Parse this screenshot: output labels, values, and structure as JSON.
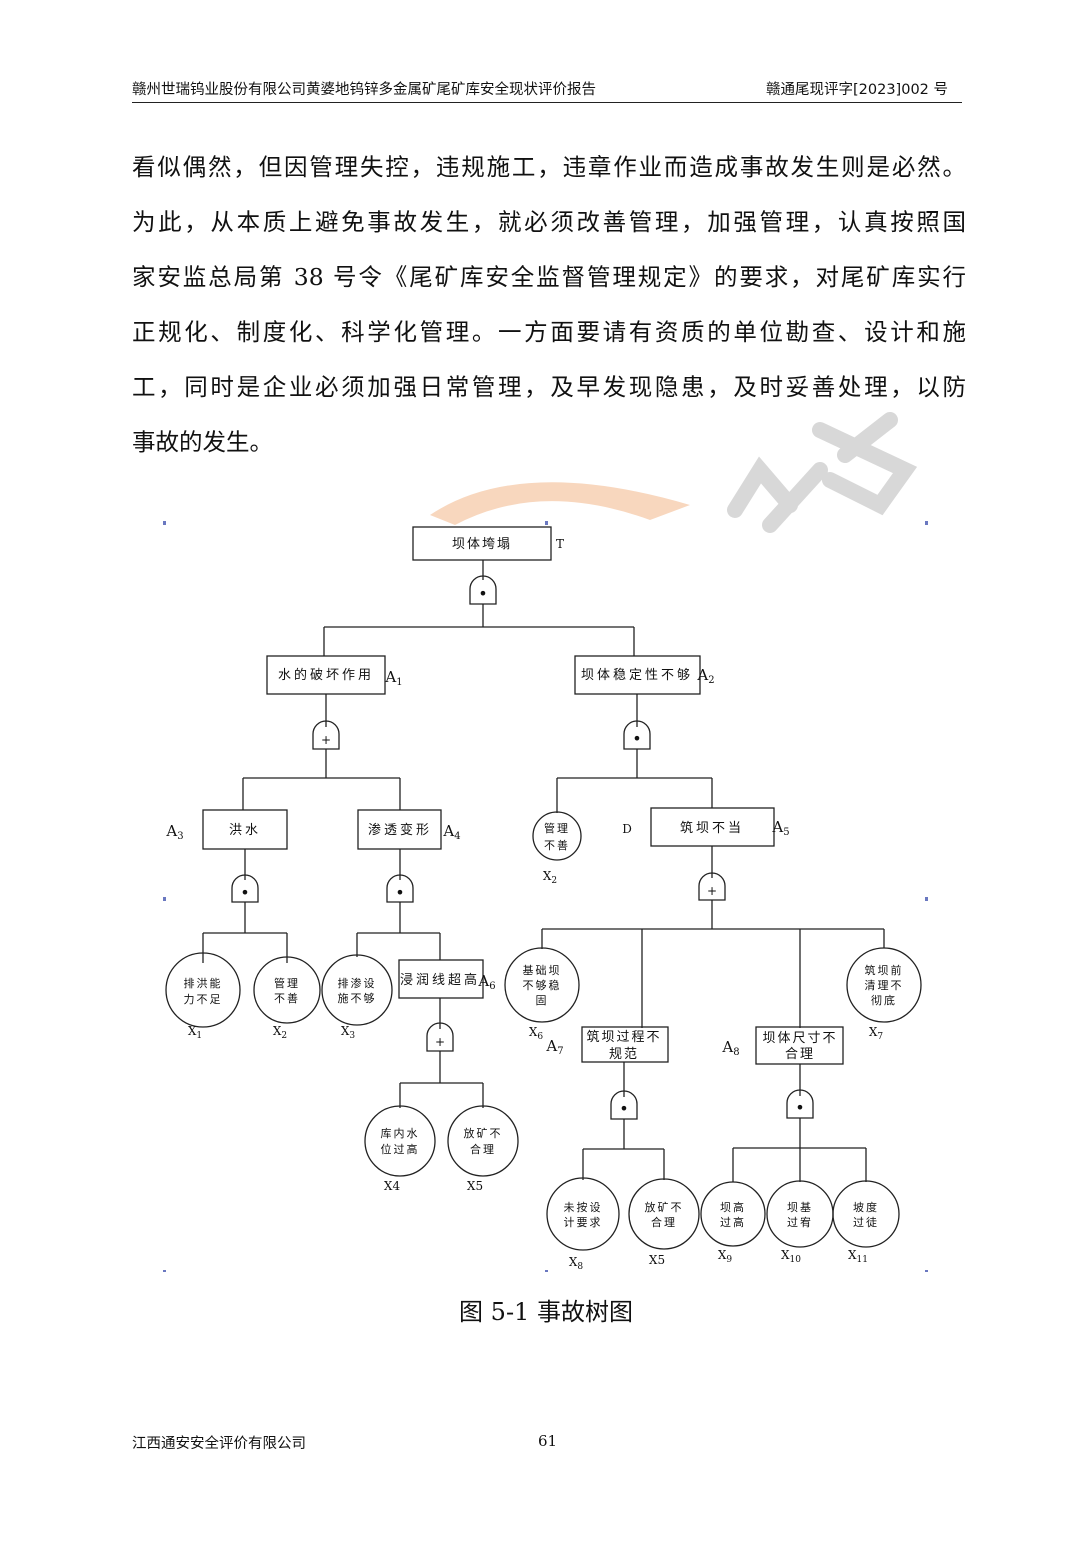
{
  "header": {
    "left": "赣州世瑞钨业股份有限公司黄婆地钨锌多金属矿尾矿库安全现状评价报告",
    "right": "赣通尾现评字[2023]002 号"
  },
  "paragraph": [
    "看似偶然，但因管理失控，违规施工，违章作业而造成事故发生则是必然。",
    "为此，从本质上避免事故发生，就必须改善管理，加强管理，认真按照国",
    "家安监总局第 38 号令《尾矿库安全监督管理规定》的要求，对尾矿库实行",
    "正规化、制度化、科学化管理。一方面要请有资质的单位勘查、设计和施",
    "工，同时是企业必须加强日常管理，及早发现隐患，及时妥善处理，以防",
    "事故的发生。"
  ],
  "tree": {
    "top": {
      "text": "坝体垮塌",
      "tag": "T"
    },
    "a1": {
      "text": "水的破坏作用",
      "tag": "A",
      "sub": "1"
    },
    "a2": {
      "text": "坝体稳定性不够",
      "tag": "A",
      "sub": "2"
    },
    "a3": {
      "text": "洪水",
      "tag": "A",
      "sub": "3"
    },
    "a4": {
      "text": "渗透变形",
      "tag": "A",
      "sub": "4"
    },
    "a5": {
      "text": "筑坝不当",
      "tag": "A",
      "sub": "5"
    },
    "d_tag": "D",
    "a6": {
      "text": "浸润线超高",
      "tag": "A",
      "sub": "6"
    },
    "a7": {
      "text1": "筑坝过程不",
      "text2": "规范",
      "tag": "A",
      "sub": "7"
    },
    "a8": {
      "text1": "坝体尺寸不",
      "text2": "合理",
      "tag": "A",
      "sub": "8"
    },
    "x2_top": {
      "text1": "管理",
      "text2": "不善",
      "tag": "X",
      "sub": "2"
    },
    "x1": {
      "text1": "排洪能",
      "text2": "力不足",
      "tag": "X",
      "sub": "1"
    },
    "x2": {
      "text1": "管理",
      "text2": "不善",
      "tag": "X",
      "sub": "2"
    },
    "x3": {
      "text1": "排渗设",
      "text2": "施不够",
      "tag": "X",
      "sub": "3"
    },
    "x4": {
      "text1": "库内水",
      "text2": "位过高",
      "label": "X4"
    },
    "x5a": {
      "text1": "放矿不",
      "text2": "合理",
      "label": "X5"
    },
    "x6": {
      "text1": "基础坝",
      "text2": "不够稳",
      "text3": "固",
      "tag": "X",
      "sub": "6"
    },
    "x7": {
      "text1": "筑坝前",
      "text2": "清理不",
      "text3": "彻底",
      "tag": "X",
      "sub": "7"
    },
    "x8": {
      "text1": "未按设",
      "text2": "计要求",
      "tag": "X",
      "sub": "8"
    },
    "x5b": {
      "text1": "放矿不",
      "text2": "合理",
      "label": "X5"
    },
    "x9": {
      "text1": "坝高",
      "text2": "过高",
      "tag": "X",
      "sub": "9"
    },
    "x10": {
      "text1": "坝基",
      "text2": "过宥",
      "tag": "X",
      "sub": "10"
    },
    "x11": {
      "text1": "坡度",
      "text2": "过徒",
      "tag": "X",
      "sub": "11"
    },
    "gate_and": "•",
    "gate_or": "+"
  },
  "caption": "图 5-1  事故树图",
  "footer": {
    "company": "江西通安安全评价有限公司",
    "page": "61"
  }
}
